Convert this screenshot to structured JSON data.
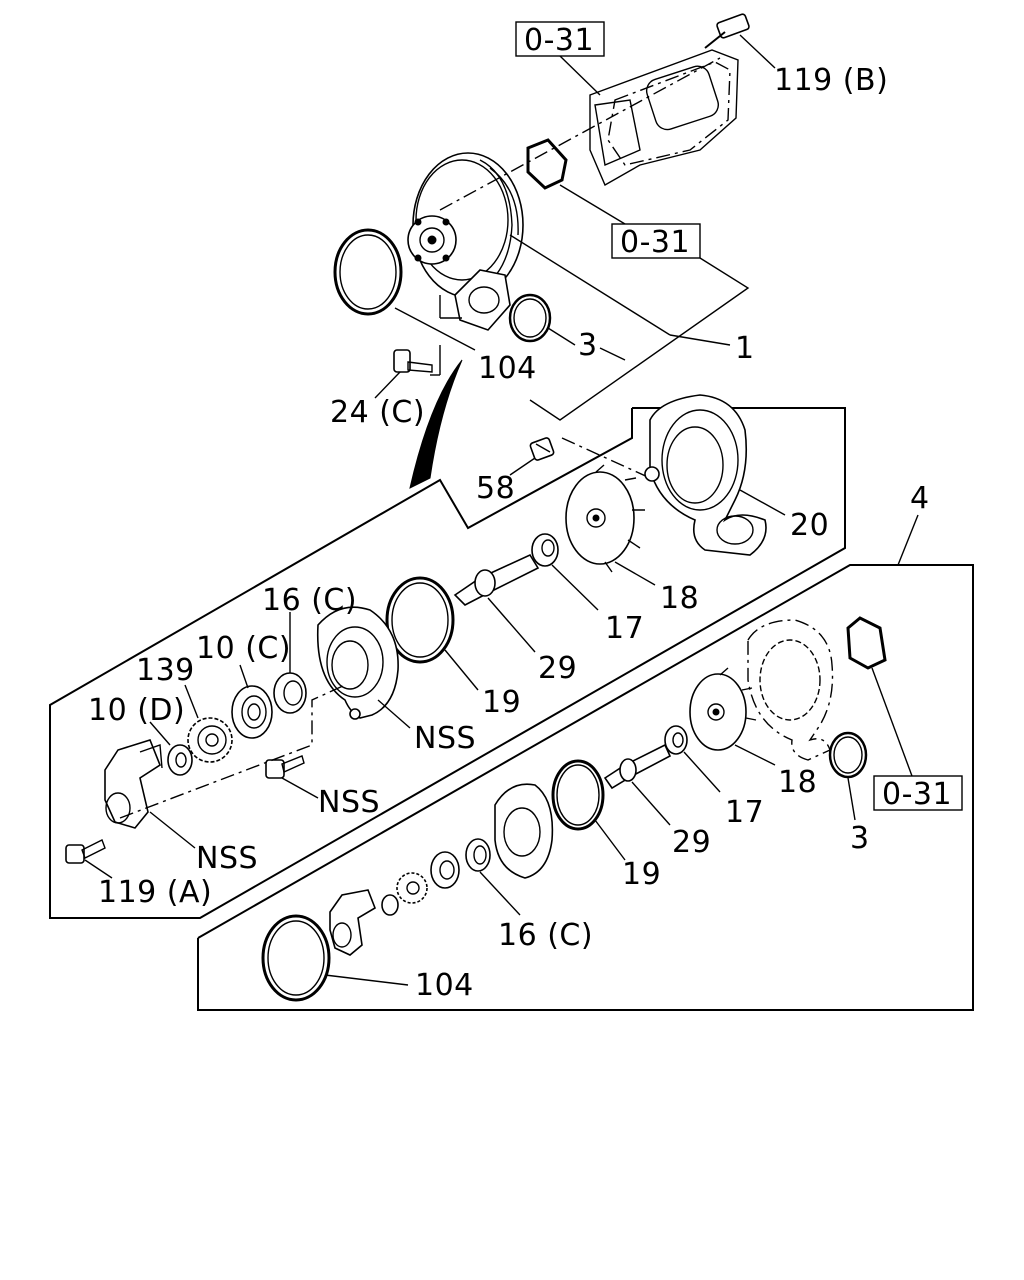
{
  "callouts": {
    "ref_031_top": "0-31",
    "ref_031_mid": "0-31",
    "ref_031_right": "0-31",
    "bolt_119b": "119 (B)",
    "pump_assy_1": "1",
    "oring_3_top": "3",
    "oring_104_top": "104",
    "bolt_24c": "24 (C)",
    "plug_58": "58",
    "housing_20": "20",
    "kit_4": "4",
    "impeller_18": "18",
    "seal_17": "17",
    "shaft_29": "29",
    "oring_19": "19",
    "bearing_16c": "16 (C)",
    "bearing_10c": "10 (C)",
    "gear_139": "139",
    "bearing_10d": "10 (D)",
    "cover_nss": "NSS",
    "bolt_nss": "NSS",
    "bracket_nss": "NSS",
    "bolt_119a": "119 (A)",
    "kit_impeller_18": "18",
    "kit_seal_17": "17",
    "kit_shaft_29": "29",
    "kit_oring_19": "19",
    "kit_bearing_16c": "16 (C)",
    "kit_oring_3": "3",
    "kit_oring_104": "104"
  }
}
